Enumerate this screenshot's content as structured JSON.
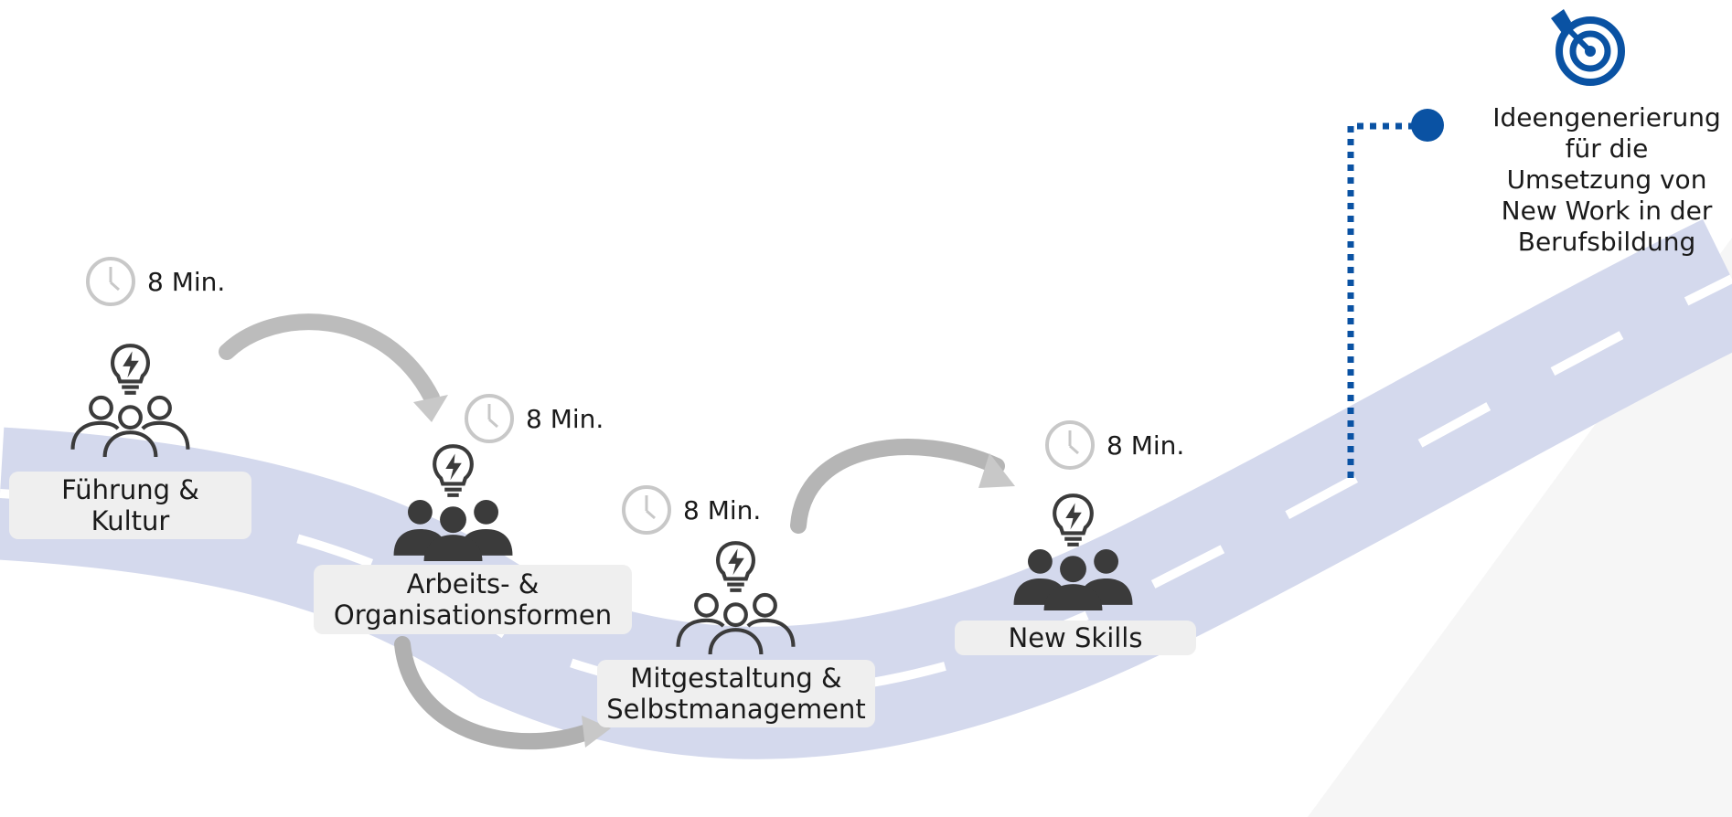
{
  "colors": {
    "road": "#d4d9ed",
    "road_dash": "#ffffff",
    "icon_dark": "#3b3b3b",
    "clock": "#c8c8c8",
    "arrow": "#b5b5b5",
    "accent": "#0a52a3",
    "label_bg": "#efefef"
  },
  "stations": [
    {
      "label": "Führung &\nKultur",
      "duration": "8 Min.",
      "icon": "team-idea-outline-icon"
    },
    {
      "label": "Arbeits- &\nOrganisationsformen",
      "duration": "8 Min.",
      "icon": "team-idea-filled-icon"
    },
    {
      "label": "Mitgestaltung &\nSelbstmanagement",
      "duration": "8 Min.",
      "icon": "team-idea-outline-icon"
    },
    {
      "label": "New Skills",
      "duration": "8 Min.",
      "icon": "team-idea-filled-icon"
    }
  ],
  "goal": {
    "icon": "target-icon",
    "text": "Ideengenerierung\nfür die\nUmsetzung von\nNew Work in der\nBerufsbildung"
  }
}
